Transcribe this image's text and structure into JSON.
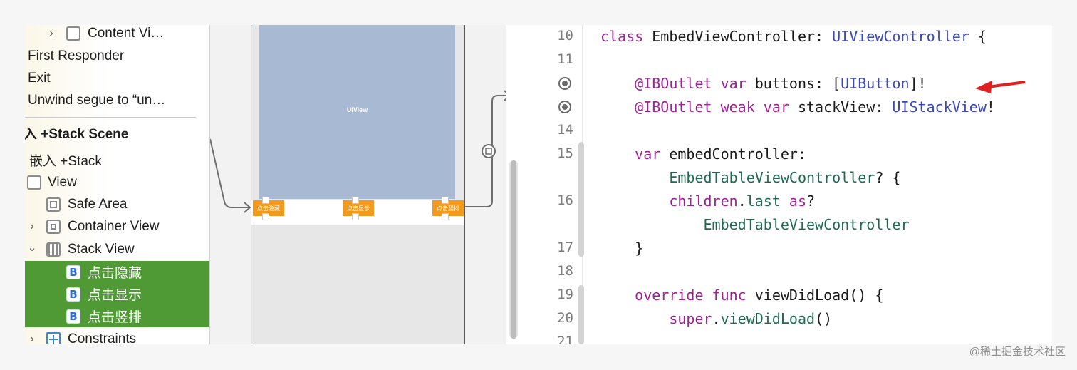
{
  "navigator": {
    "items": [
      {
        "label": "Content Vi…",
        "chevron": "right",
        "icon": "view"
      },
      {
        "label": "First Responder",
        "chevron": "",
        "icon": ""
      },
      {
        "label": "Exit",
        "chevron": "",
        "icon": ""
      },
      {
        "label": "Unwind segue to “un…",
        "chevron": "",
        "icon": ""
      },
      {
        "label": "入 +Stack Scene",
        "chevron": "",
        "icon": ""
      },
      {
        "label": "嵌入 +Stack",
        "chevron": "",
        "icon": ""
      },
      {
        "label": "View",
        "chevron": "",
        "icon": "view"
      },
      {
        "label": "Safe Area",
        "chevron": "",
        "icon": "safe"
      },
      {
        "label": "Container View",
        "chevron": "right",
        "icon": "container"
      },
      {
        "label": "Stack View",
        "chevron": "down",
        "icon": "stack"
      },
      {
        "label": "点击隐藏",
        "chevron": "",
        "icon": "button",
        "icon_letter": "B"
      },
      {
        "label": "点击显示",
        "chevron": "",
        "icon": "button",
        "icon_letter": "B"
      },
      {
        "label": "点击竖排",
        "chevron": "",
        "icon": "button",
        "icon_letter": "B"
      },
      {
        "label": "Constraints",
        "chevron": "right",
        "icon": "constraints"
      }
    ]
  },
  "canvas": {
    "view_label": "UIView",
    "buttons": [
      "点击隐藏",
      "点击显示",
      "点击竖排"
    ],
    "segue_icon": "embed-segue-icon"
  },
  "editor": {
    "lines": [
      {
        "num": "10",
        "outlet": false
      },
      {
        "num": "11",
        "outlet": false
      },
      {
        "num": "",
        "outlet": true
      },
      {
        "num": "",
        "outlet": true
      },
      {
        "num": "14",
        "outlet": false
      },
      {
        "num": "15",
        "outlet": false
      },
      {
        "num": "",
        "outlet": false
      },
      {
        "num": "16",
        "outlet": false
      },
      {
        "num": "",
        "outlet": false
      },
      {
        "num": "17",
        "outlet": false
      },
      {
        "num": "18",
        "outlet": false
      },
      {
        "num": "19",
        "outlet": false
      },
      {
        "num": "20",
        "outlet": false
      },
      {
        "num": "21",
        "outlet": false
      }
    ],
    "code": {
      "l1": {
        "kw": "class",
        "name": " EmbedViewController: ",
        "type": "UIViewController",
        "end": " {"
      },
      "l3": {
        "attr": "@IBOutlet",
        "kw": " var",
        "name": " buttons: [",
        "type": "UIButton",
        "end": "]!"
      },
      "l4": {
        "attr": "@IBOutlet",
        "kw": " weak var",
        "name": " stackView: ",
        "type": "UIStackView",
        "end": "!"
      },
      "l6": {
        "kw": "var",
        "name": " embedController:"
      },
      "l7": {
        "type": "EmbedTableViewController",
        "end": "? {"
      },
      "l8": {
        "prop": "children",
        "dot": ".",
        "prop2": "last",
        "kw": " as",
        "end": "?"
      },
      "l9": {
        "type": "EmbedTableViewController"
      },
      "l10": {
        "end": "}"
      },
      "l12": {
        "kw": "override func",
        "name": " viewDidLoad() {"
      },
      "l13": {
        "kw": "super",
        "dot": ".",
        "prop": "viewDidLoad",
        "end": "()"
      }
    }
  },
  "annotation": {
    "arrow_color": "#e02020"
  },
  "watermark": "@稀土掘金技术社区"
}
